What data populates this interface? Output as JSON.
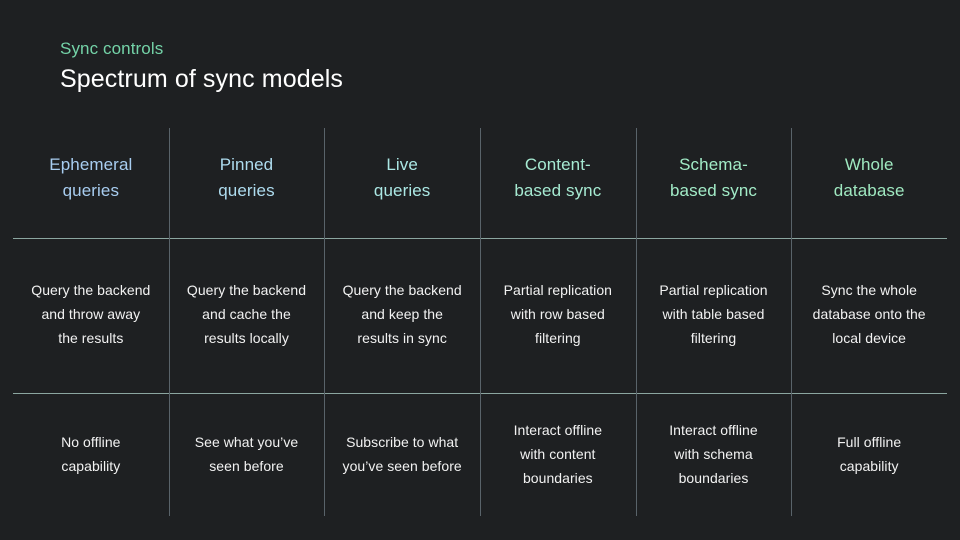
{
  "header": {
    "eyebrow": "Sync controls",
    "title": "Spectrum of sync models",
    "eyebrow_color": "#74d3a8",
    "title_color": "#ffffff"
  },
  "theme": {
    "background": "#1e2022",
    "grid_line": "#59636a",
    "rule_line": "#8ba6a0",
    "body_text": "#f2f2f2"
  },
  "table": {
    "columns": [
      {
        "id": "ephemeral-queries",
        "header": "Ephemeral\nqueries",
        "header_line1": "Ephemeral",
        "header_line2": "queries",
        "header_color": "#a8cdf0",
        "description": "Query the backend and throw away the results",
        "offline": "No offline capability"
      },
      {
        "id": "pinned-queries",
        "header": "Pinned\nqueries",
        "header_line1": "Pinned",
        "header_line2": "queries",
        "header_color": "#aedcef",
        "description": "Query the backend and cache the results locally",
        "offline": "See what you’ve seen before"
      },
      {
        "id": "live-queries",
        "header": "Live\nqueries",
        "header_line1": "Live",
        "header_line2": "queries",
        "header_color": "#abe7e4",
        "description": "Query the backend and keep the results in sync",
        "offline": "Subscribe to what you’ve seen before"
      },
      {
        "id": "content-based-sync",
        "header": "Content-\nbased sync",
        "header_line1": "Content-",
        "header_line2": "based sync",
        "header_color": "#a6ead2",
        "description": "Partial replication with row based filtering",
        "offline": "Interact offline with content boundaries"
      },
      {
        "id": "schema-based-sync",
        "header": "Schema-\nbased sync",
        "header_line1": "Schema-",
        "header_line2": "based sync",
        "header_color": "#a2ebc7",
        "description": "Partial replication with table based filtering",
        "offline": "Interact offline with schema boundaries"
      },
      {
        "id": "whole-database",
        "header": "Whole\ndatabase",
        "header_line1": "Whole",
        "header_line2": "database",
        "header_color": "#9fe8c0",
        "description": "Sync the whole database onto the local device",
        "offline": "Full offline capability"
      }
    ]
  }
}
